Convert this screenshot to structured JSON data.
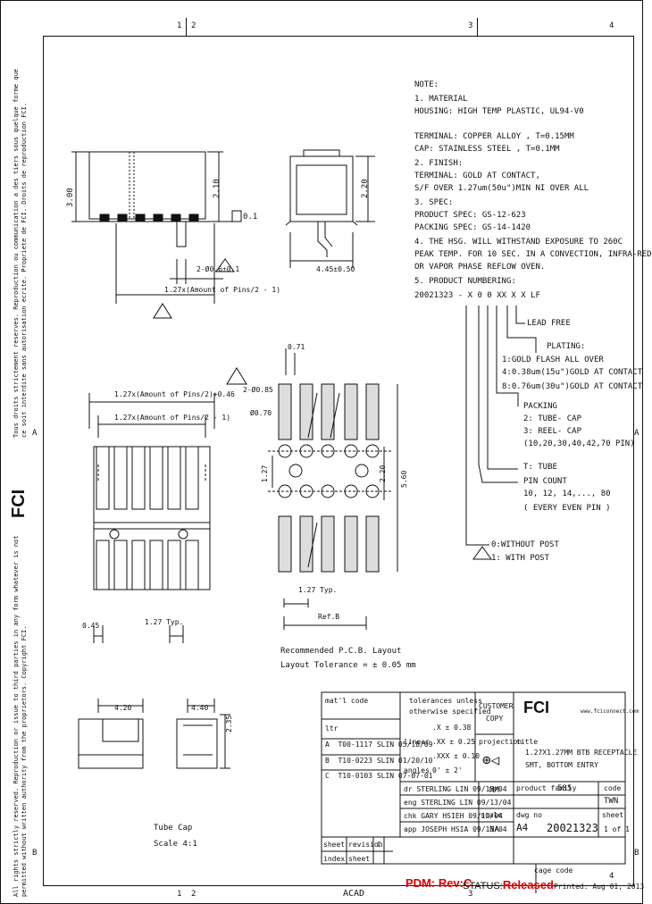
{
  "border": {
    "zones_top": [
      "1",
      "2",
      "3",
      "4"
    ],
    "zones_bottom": [
      "1",
      "2",
      "3",
      "4"
    ],
    "zones_left": [
      "A",
      "B"
    ],
    "zones_right": [
      "A",
      "B"
    ]
  },
  "side_text": {
    "left_copyright": "All rights strictly reserved. Reproduction or issue to third parties in any form whatever is not permitted without written authority from the proprietors. Copyright FCI.",
    "right_copyright": "Tous droits strictement reserves. Reproduction ou communication a des tiers sous quelque forme que ce soit interdite sans autorisation ecrite. Propriete de FCI. Droits de reproduction FCI."
  },
  "notes": {
    "lines": [
      "NOTE:",
      "1. MATERIAL",
      "   HOUSING: HIGH TEMP PLASTIC, UL94-V0",
      "",
      "   TERMINAL: COPPER ALLOY , T=0.15MM",
      "   CAP: STAINLESS STEEL , T=0.1MM",
      "2. FINISH:",
      "   TERMINAL: GOLD AT CONTACT,",
      "           S/F OVER 1.27um(50u\")MIN NI OVER ALL",
      "3. SPEC:",
      "PRODUCT SPEC: GS-12-623",
      "PACKING SPEC: GS-14-1420",
      "4. THE HSG. WILL WITHSTAND EXPOSURE TO 260C",
      "PEAK TEMP. FOR 10 SEC. IN A CONVECTION, INFRA-RED",
      "OR VAPOR PHASE REFLOW OVEN.",
      "5. PRODUCT NUMBERING:",
      "20021323 - X 0 0 XX X X LF"
    ],
    "callouts": [
      "LEAD FREE",
      "PLATING:",
      "1:GOLD FLASH ALL OVER",
      "4:0.38um(15u\")GOLD AT CONTACT",
      "8:0.76um(30u\")GOLD AT CONTACT",
      "PACKING",
      "2: TUBE- CAP",
      "3: REEL- CAP",
      "(10,20,30,40,42,70 PIN)",
      "T: TUBE",
      "PIN COUNT",
      "10, 12, 14,..., 80",
      "( EVERY EVEN PIN )",
      "0:WITHOUT POST",
      "1: WITH POST"
    ]
  },
  "dims": {
    "h_3_00": "3.00",
    "h_2_10": "2.10",
    "h_2_20": "2.20",
    "flat_0_1": "0.1",
    "post_dia": "2-Ø0.6±0.1",
    "pitch_formula": "1.27x(Amount of Pins/2 - 1)",
    "side_width": "4.45±0.50",
    "pcb_top_a": "1.27x(Amount of Pins/2)+0.46",
    "pcb_top_b": "1.27x(Amount of Pins/2 - 1)",
    "pcb_045": "0.45",
    "pcb_127typ": "1.27 Typ.",
    "land_071": "0.71",
    "land_hole": "2-Ø0.85",
    "land_pad": "Ø0.70",
    "land_127": "1.27",
    "land_220": "2.20",
    "land_560": "5.60",
    "land_127typ": "1.27 Typ.",
    "land_ref": "Ref.B",
    "cap_420": "4.20",
    "cap_440": "4.40",
    "cap_235": "2.35"
  },
  "layout_caption": {
    "line1": "Recommended P.C.B. Layout",
    "line2": "Layout Tolerance = ± 0.05 mm"
  },
  "cap_caption": {
    "line1": "Tube Cap",
    "line2": "Scale 4:1"
  },
  "title_block": {
    "material": "mat'l code",
    "tolerances": [
      "tolerances unless",
      "otherwise specified"
    ],
    "tol_rows": [
      ".X ± 0.38",
      ".XX ± 0.25",
      ".XXX ± 0.10",
      "0' ± 2'"
    ],
    "tol_label": "linear",
    "customer": "CUSTOMER",
    "copy": "COPY",
    "logo": "FCI",
    "website": "www.fciconnect.com",
    "projection": "projection",
    "title_label": "title",
    "title": [
      "1.27X1.27MM BTB RECEPTACLE",
      "SMT, BOTTOM ENTRY"
    ],
    "revisions": [
      {
        "ltr": "A",
        "ecn": "T00-1117",
        "by": "SLIN",
        "date": "05/18/09"
      },
      {
        "ltr": "B",
        "ecn": "T10-0223",
        "by": "SLIN",
        "date": "01/20/10"
      },
      {
        "ltr": "C",
        "ecn": "T10-0103",
        "by": "SLIN",
        "date": "07-07-01"
      }
    ],
    "ltr_label": "ltr",
    "angles_label": "angles",
    "units": "MM",
    "product_family_label": "product family",
    "product_family": "585",
    "code_label": "code",
    "code": "TWN",
    "sheet_label": "sheet",
    "sheet": "1 of 1",
    "drawn": [
      {
        "role": "dr",
        "name": "STERLING LIN",
        "date": "09/13/04"
      },
      {
        "role": "eng",
        "name": "STERLING LIN",
        "date": "09/13/04"
      },
      {
        "role": "chk",
        "name": "GARY HSIEH",
        "date": "09/13/04"
      },
      {
        "role": "app",
        "name": "JOSEPH HSIA",
        "date": "09/13/04"
      }
    ],
    "scale_label": "scale",
    "scale": "NA",
    "size": "A4",
    "dwg_no_label": "dwg no",
    "dwg_no": "20021323",
    "sheet_rev_labels": [
      "sheet",
      "revision",
      "C"
    ],
    "index_labels": [
      "index",
      "sheet"
    ],
    "cage_label": "cage code",
    "printed": "Printed: Aug 01, 2013"
  },
  "footer": {
    "acad": "ACAD",
    "pdm": "PDM: Rev:C",
    "status_label": "STATUS:",
    "status_value": "Released"
  }
}
